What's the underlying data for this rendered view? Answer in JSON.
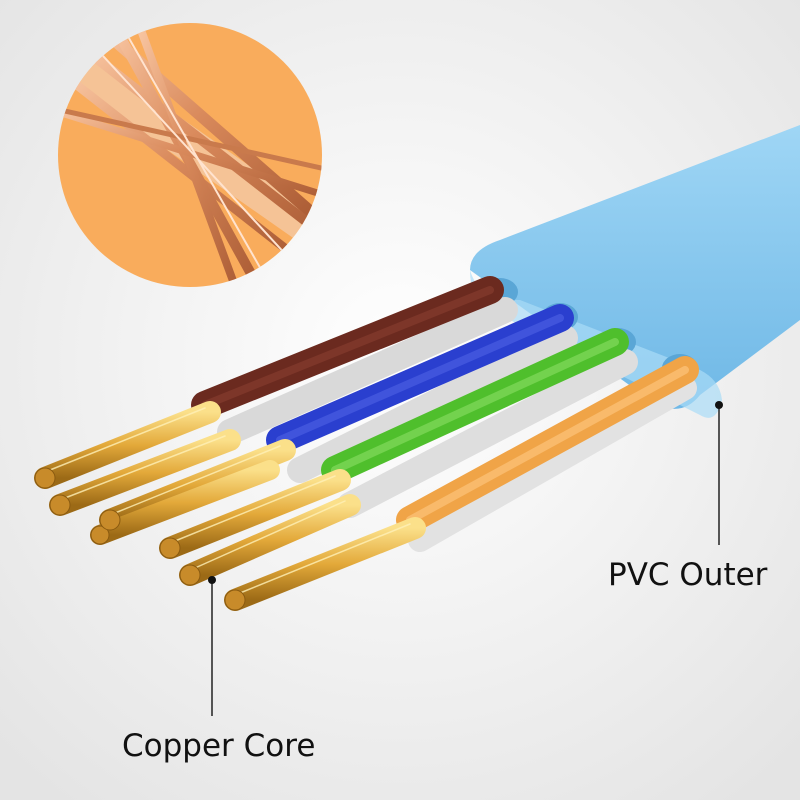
{
  "labels": {
    "pvc_outer": "PVC Outer",
    "copper_core": "Copper Core"
  },
  "colors": {
    "background": "#f2f2f2",
    "jacket": "#7ec3ec",
    "inset_circle": "#f9ac5c",
    "wire_brown": "#6b2a1f",
    "wire_blue": "#2a3fcf",
    "wire_green": "#4fbf2c",
    "wire_orange": "#f0a447",
    "wire_white": "#e6e6e6",
    "copper_strand": "#e9b44a",
    "leader_line": "#222222"
  },
  "icons": [
    "copper-strand-closeup",
    "flat-cable-illustration"
  ]
}
